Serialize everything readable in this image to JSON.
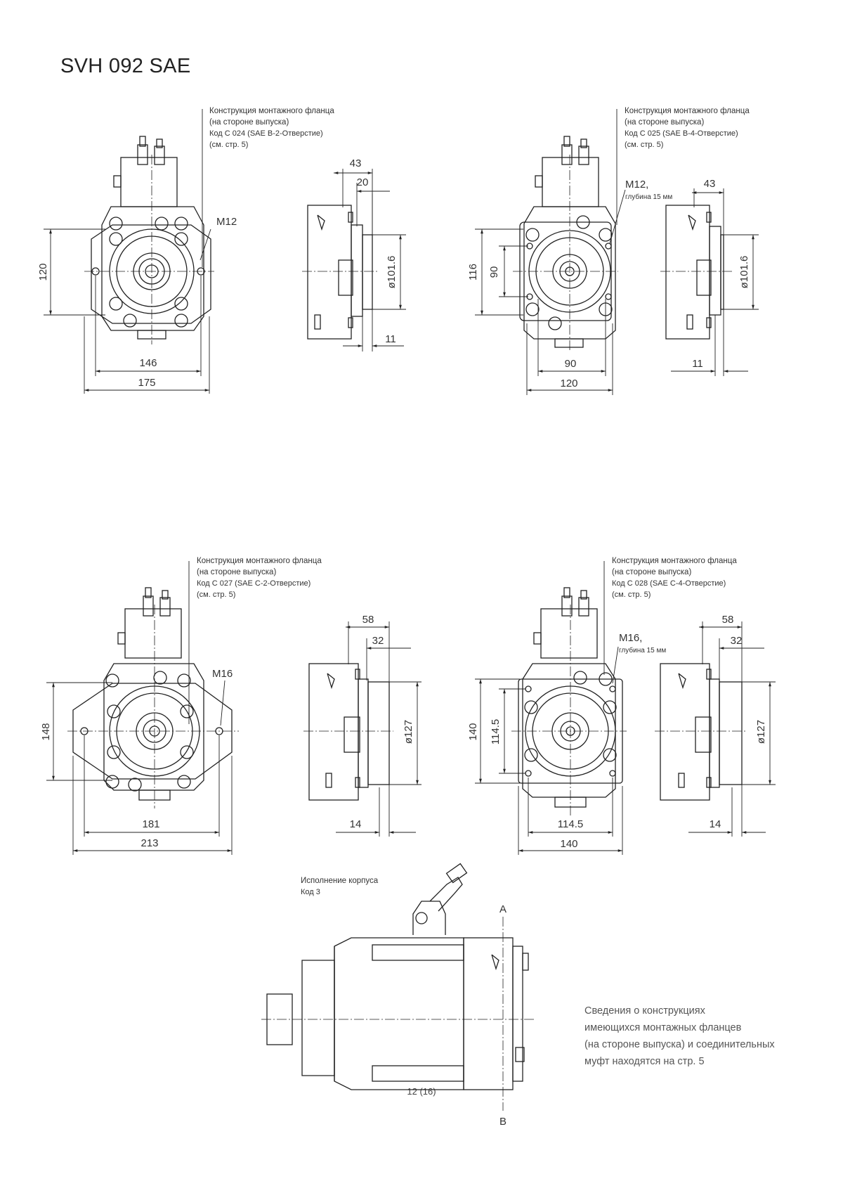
{
  "page": {
    "title": "SVH 092 SAE",
    "page_number": "12 (16)"
  },
  "flange_captions": [
    {
      "line1": "Конструкция монтажного фланца",
      "line2": "(на стороне выпуска)",
      "line3": "Код C 024 (SAE B-2-Отверстие)",
      "line4": "(см. стр. 5)"
    },
    {
      "line1": "Конструкция монтажного фланца",
      "line2": "(на стороне выпуска)",
      "line3": "Код C 025 (SAE B-4-Отверстие)",
      "line4": "(см. стр. 5)"
    },
    {
      "line1": "Конструкция монтажного фланца",
      "line2": "(на стороне выпуска)",
      "line3": "Код C 027 (SAE C-2-Отверстие)",
      "line4": "(см. стр. 5)"
    },
    {
      "line1": "Конструкция монтажного фланца",
      "line2": "(на стороне выпуска)",
      "line3": "Код C 028 (SAE C-4-Отверстие)",
      "line4": "(см. стр. 5)"
    }
  ],
  "housing_caption": {
    "line1": "Исполнение корпуса",
    "line2": "Код 3"
  },
  "note": {
    "line1": "Сведения о конструкциях",
    "line2": "имеющихся монтажных фланцев",
    "line3": "(на стороне выпуска) и соединительных",
    "line4": "муфт находятся на стр. 5"
  },
  "dimensions": {
    "c024": {
      "thread": "M12",
      "height": "120",
      "width_inner": "146",
      "width_outer": "175",
      "depth": "43",
      "pilot": "20",
      "diameter": "ø101.6",
      "face": "11"
    },
    "c025": {
      "thread": "M12,",
      "thread_depth": "глубина 15 мм",
      "height_outer": "116",
      "height_inner": "90",
      "width_inner": "90",
      "width_outer": "120",
      "depth": "43",
      "diameter": "ø101.6",
      "face": "11"
    },
    "c027": {
      "thread": "M16",
      "height": "148",
      "width_inner": "181",
      "width_outer": "213",
      "depth": "58",
      "pilot": "32",
      "diameter": "ø127",
      "face": "14"
    },
    "c028": {
      "thread": "M16,",
      "thread_depth": "глубина 15 мм",
      "height_outer": "140",
      "height_inner": "114.5",
      "width_inner": "114.5",
      "width_outer": "140",
      "depth": "58",
      "pilot": "32",
      "diameter": "ø127",
      "face": "14"
    }
  },
  "port_labels": {
    "a": "A",
    "b": "B"
  }
}
